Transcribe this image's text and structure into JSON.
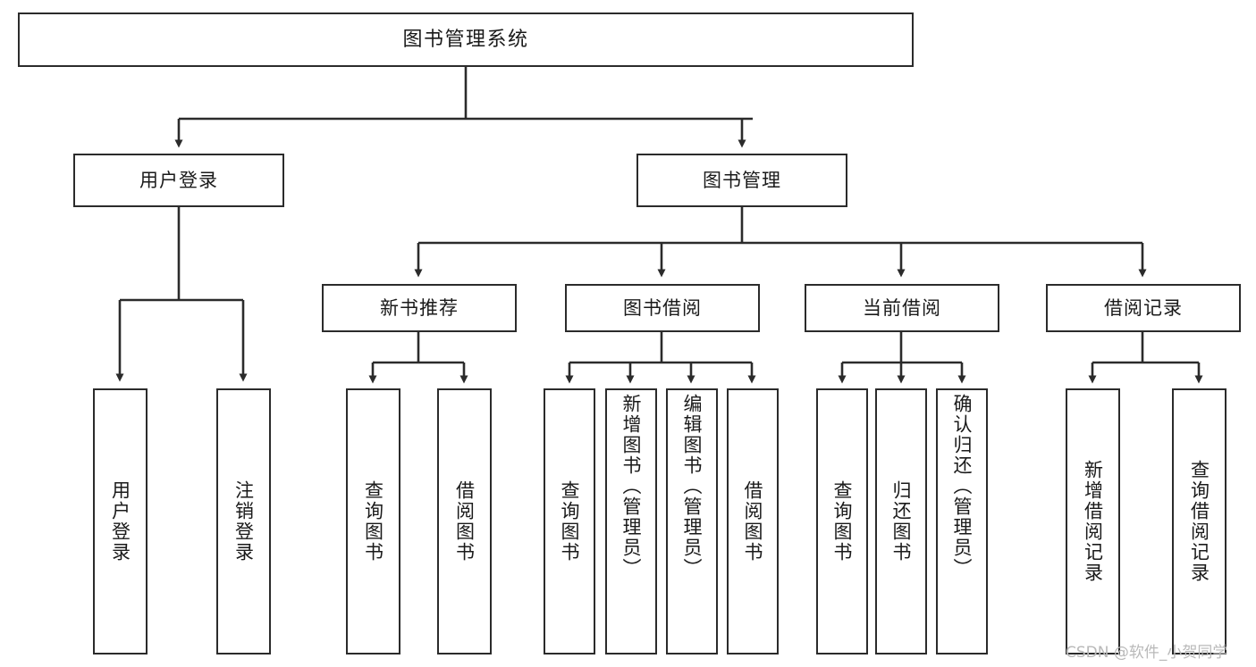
{
  "diagram": {
    "title": "图书管理系统",
    "type": "tree-hierarchy-diagram",
    "colors": {
      "box_border": "#2b2b2b",
      "box_fill": "#ffffff",
      "connector": "#2b2b2b",
      "text": "#1a1a1a",
      "watermark": "#b9b9b9",
      "background": "#ffffff"
    }
  },
  "nodes": {
    "root": {
      "label": "图书管理系统"
    },
    "level2": [
      {
        "id": "user-login",
        "label": "用户登录"
      },
      {
        "id": "book-management",
        "label": "图书管理"
      }
    ],
    "level3": [
      {
        "id": "new-book-recommend",
        "label": "新书推荐"
      },
      {
        "id": "book-borrow",
        "label": "图书借阅"
      },
      {
        "id": "current-borrow",
        "label": "当前借阅"
      },
      {
        "id": "borrow-record",
        "label": "借阅记录"
      }
    ],
    "leaves": {
      "user_login": [
        {
          "id": "leaf-user-login",
          "label": "用户登录"
        },
        {
          "id": "leaf-logout-login",
          "label": "注销登录"
        }
      ],
      "new_book_recommend": [
        {
          "id": "leaf-query-book-1",
          "label": "查询图书"
        },
        {
          "id": "leaf-borrow-book-1",
          "label": "借阅图书"
        }
      ],
      "book_borrow": [
        {
          "id": "leaf-query-book-2",
          "label": "查询图书"
        },
        {
          "id": "leaf-add-book",
          "label": "新增图书（管理员）"
        },
        {
          "id": "leaf-edit-book",
          "label": "编辑图书（管理员）"
        },
        {
          "id": "leaf-borrow-book-2",
          "label": "借阅图书"
        }
      ],
      "current_borrow": [
        {
          "id": "leaf-query-book-3",
          "label": "查询图书"
        },
        {
          "id": "leaf-return-book",
          "label": "归还图书"
        },
        {
          "id": "leaf-confirm-return",
          "label": "确认归还（管理员）"
        }
      ],
      "borrow_record": [
        {
          "id": "leaf-add-record",
          "label": "新增借阅记录"
        },
        {
          "id": "leaf-query-record",
          "label": "查询借阅记录"
        }
      ]
    }
  },
  "watermark": {
    "text": "CSDN @软件_小贺同学"
  }
}
